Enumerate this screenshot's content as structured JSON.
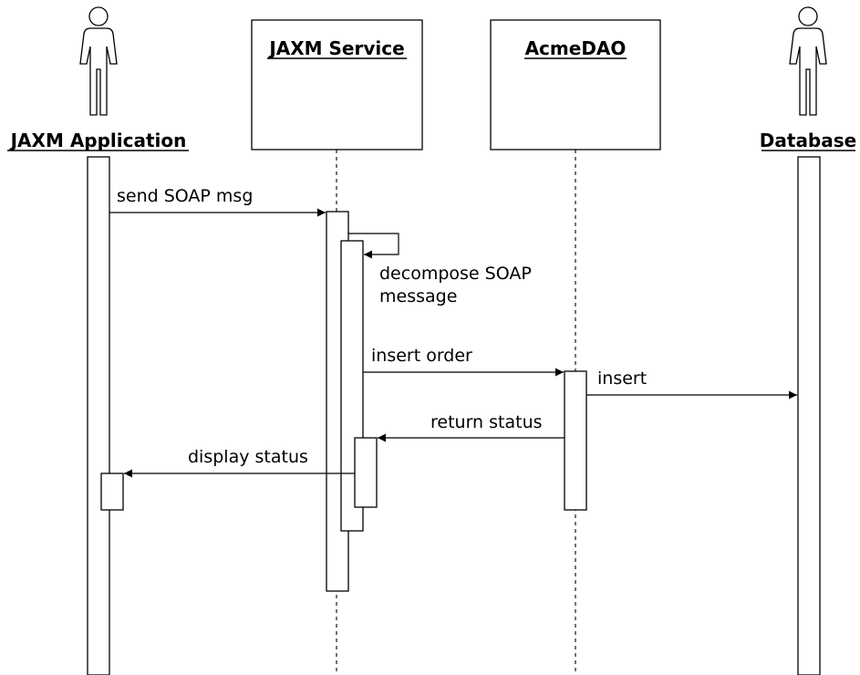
{
  "participants": {
    "jaxm_application": "JAXM Application",
    "jaxm_service": "JAXM Service",
    "acme_dao": "AcmeDAO",
    "database": "Database"
  },
  "messages": {
    "send_soap_msg": "send SOAP msg",
    "decompose_line1": "decompose SOAP",
    "decompose_line2": "message",
    "insert_order": "insert order",
    "insert": "insert",
    "return_status": "return status",
    "display_status": "display status"
  }
}
